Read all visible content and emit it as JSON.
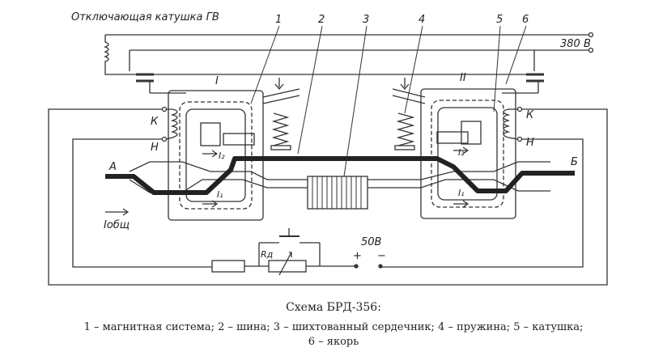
{
  "diagram": {
    "title_coil": "Отключающая катушка ГВ",
    "voltage_top": "380 В",
    "voltage_bottom": "50В",
    "plus": "+",
    "minus": "−",
    "callouts": [
      "1",
      "2",
      "3",
      "4",
      "5",
      "6"
    ],
    "roman_left": "I",
    "roman_right": "II",
    "label_K": "К",
    "label_H": "Н",
    "label_A": "А",
    "label_B": "Б",
    "label_I2": "I₂",
    "label_I1": "I₁",
    "label_Iobsh": "Iобщ",
    "label_Rd": "Rд"
  },
  "caption": {
    "title": "Схема БРД-356:",
    "legend_line1": "1 – магнитная система;  2 – шина;  3 – шихтованный сердечник;  4 – пружина;  5 – катушка;",
    "legend_line2": "6 – якорь"
  }
}
